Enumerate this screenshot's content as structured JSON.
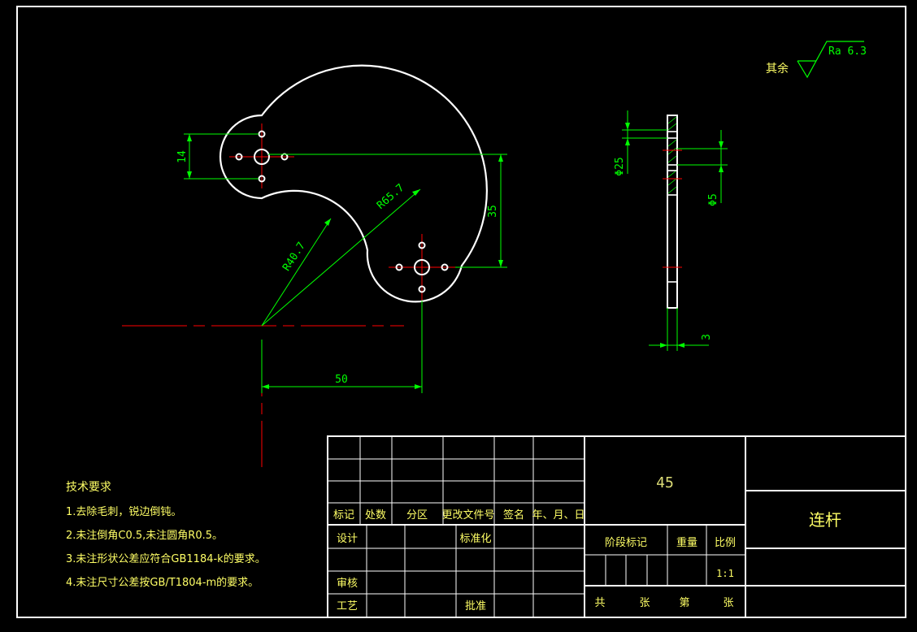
{
  "colors": {
    "background": "#000000",
    "outline": "#ffffff",
    "dimension": "#00ff00",
    "centerline": "#ff0000",
    "text": "#ffff66",
    "text_light": "#dddd77"
  },
  "drawing": {
    "dimensions": {
      "d14": "14",
      "d35": "35",
      "d50": "50",
      "r657": "R65.7",
      "r407": "R40.7",
      "phi25": "Φ25",
      "phi5": "Φ5",
      "d3": "3"
    },
    "roughness": {
      "prefix": "其余",
      "value": "Ra 6.3"
    }
  },
  "tech_requirements": {
    "title": "技术要求",
    "items": [
      "1.去除毛刺，锐边倒钝。",
      "2.未注倒角C0.5,未注圆角R0.5。",
      "3.未注形状公差应符合GB1184-k的要求。",
      "4.未注尺寸公差按GB/T1804-m的要求。"
    ]
  },
  "title_block": {
    "material": "45",
    "part_name": "连杆",
    "revision_headers": [
      "标记",
      "处数",
      "分区",
      "更改文件号",
      "签名",
      "年、月、日"
    ],
    "design": "设计",
    "standardization": "标准化",
    "review": "审核",
    "process": "工艺",
    "approve": "批准",
    "stage_mark": "阶段标记",
    "weight": "重量",
    "scale_label": "比例",
    "scale_value": "1:1",
    "sheets_total_prefix": "共",
    "sheets_unit_1": "张",
    "sheet_index_prefix": "第",
    "sheets_unit_2": "张"
  }
}
